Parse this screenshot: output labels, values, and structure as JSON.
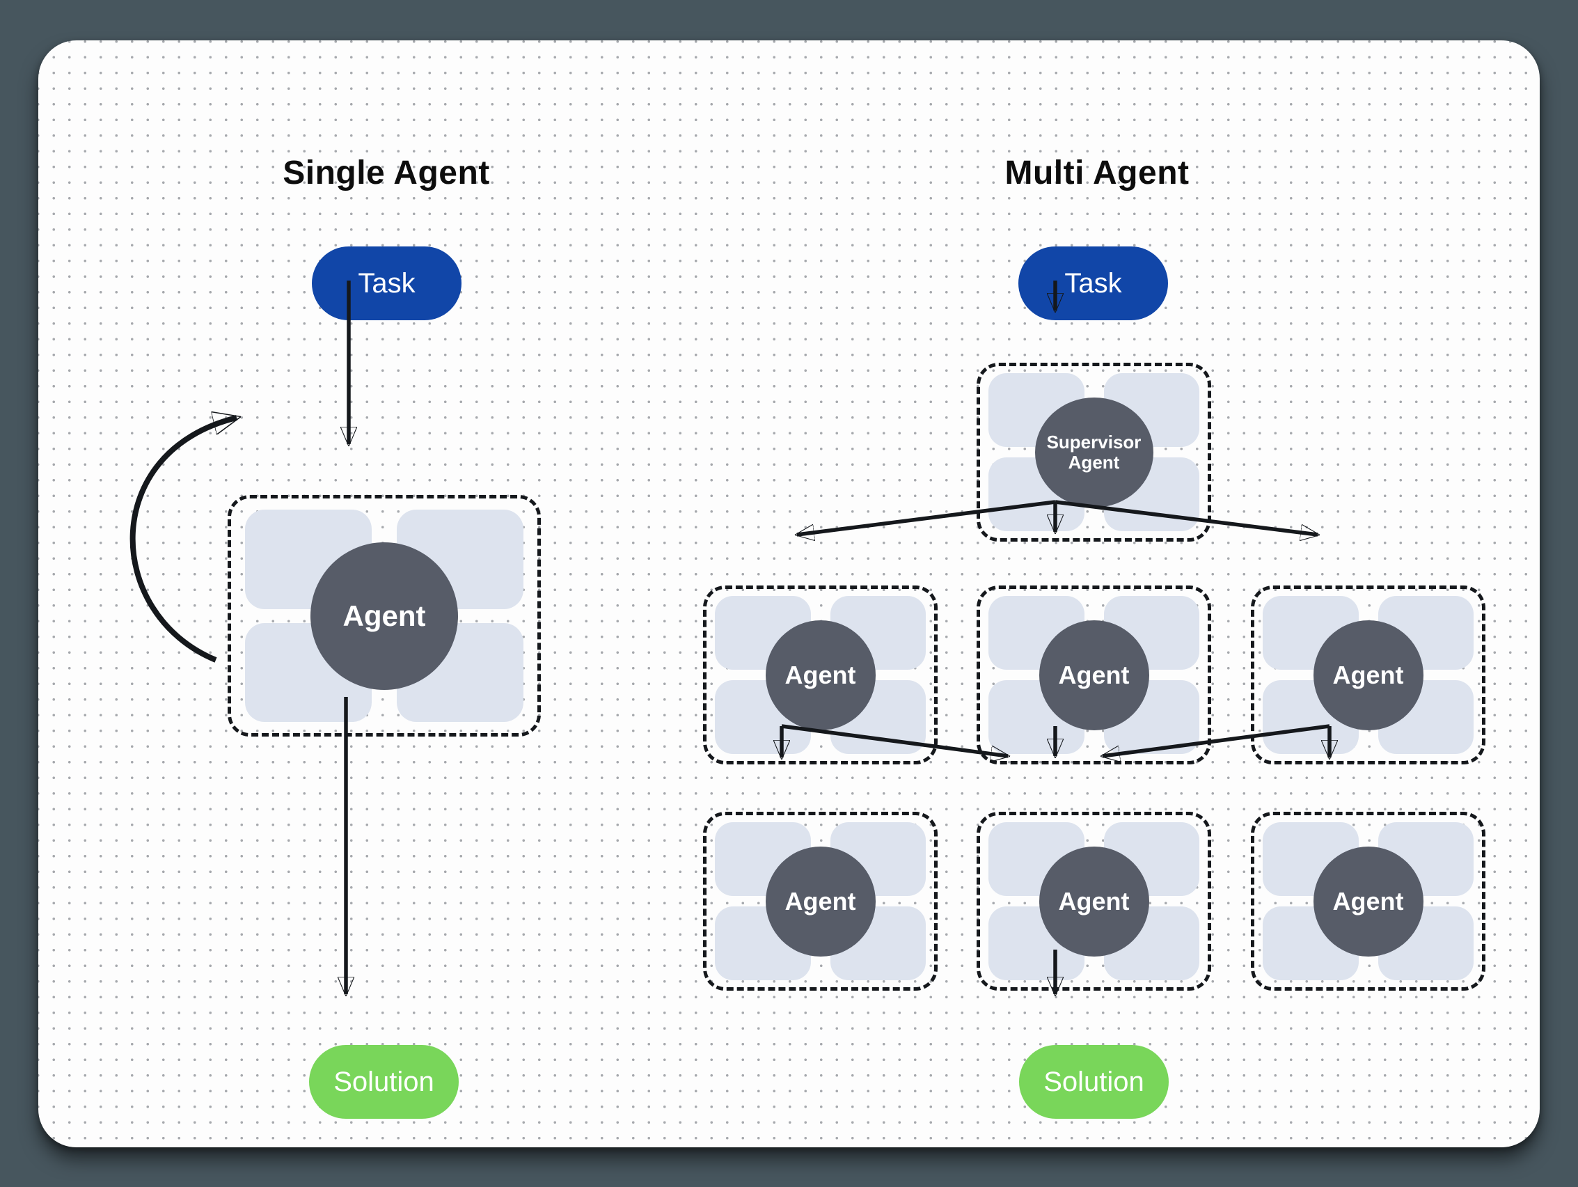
{
  "canvas": {
    "background_color": "#47565e",
    "card_color": "#fdfdfd",
    "dot_grid": true
  },
  "colors": {
    "task_pill": "#1146a8",
    "solution_pill": "#79d65a",
    "agent_circle": "#575c68",
    "capability_slot": "#dde3ee",
    "line": "#15181c",
    "text_on_fill": "#ffffff",
    "title_text": "#0d0d0d"
  },
  "single": {
    "title": "Single Agent",
    "task_label": "Task",
    "agent_label": "Agent",
    "solution_label": "Solution",
    "has_self_loop": true
  },
  "multi": {
    "title": "Multi Agent",
    "task_label": "Task",
    "supervisor_label": "Supervisor Agent",
    "workers_row1": [
      "Agent",
      "Agent",
      "Agent"
    ],
    "workers_row2": [
      "Agent",
      "Agent",
      "Agent"
    ],
    "solution_label": "Solution"
  }
}
